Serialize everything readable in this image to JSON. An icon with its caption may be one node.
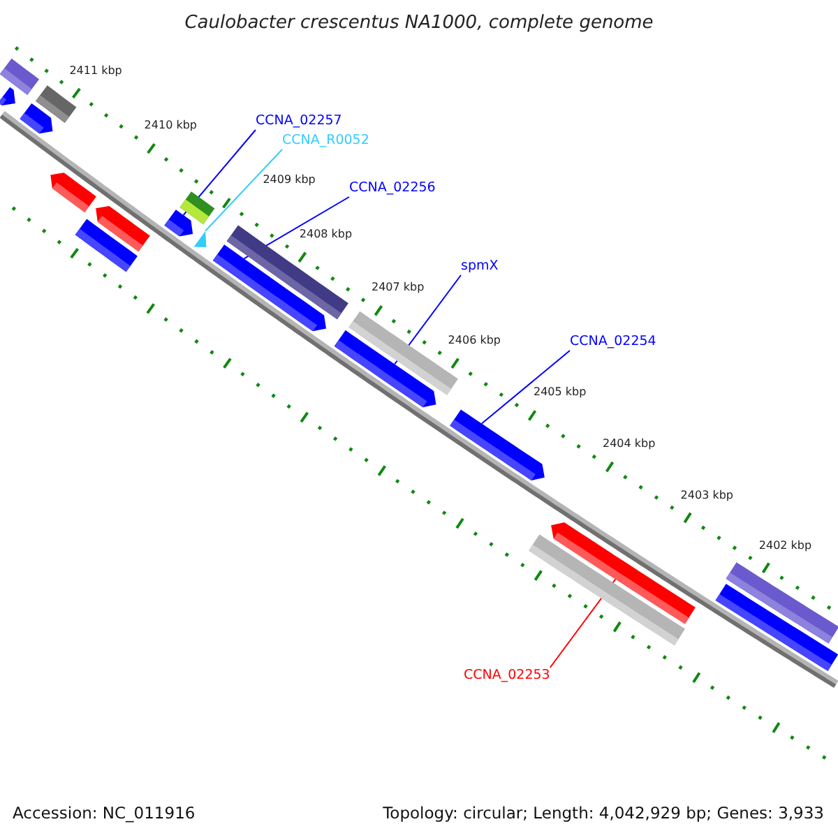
{
  "diagram": {
    "title": "Caulobacter crescentus NA1000, complete genome",
    "nodes": [
      {
        "text": [
          "CCNA_02257"
        ]
      },
      {
        "text": [
          "CCNA_R0052"
        ]
      },
      {
        "text": [
          "CCNA_02256"
        ]
      },
      {
        "text": [
          "spmX"
        ]
      },
      {
        "text": [
          "CCNA_02254"
        ]
      },
      {
        "text": [
          "CCNA_02253"
        ]
      },
      {
        "text": [],
        "shape": "bar"
      },
      {
        "text": [],
        "shape": "bar"
      },
      {
        "text": [],
        "shape": "bar"
      },
      {
        "text": [],
        "shape": "bar"
      },
      {
        "text": [],
        "shape": "bar"
      },
      {
        "text": [],
        "shape": "bar"
      },
      {
        "text": [],
        "shape": "bar"
      },
      {
        "text": [],
        "shape": "bar"
      },
      {
        "text": [],
        "shape": "bar"
      },
      {
        "text": [],
        "shape": "triangle"
      },
      {
        "text": [],
        "shape": "bar"
      },
      {
        "text": [],
        "shape": "bar"
      },
      {
        "text": [],
        "shape": "bar"
      },
      {
        "text": [],
        "shape": "bar"
      },
      {
        "text": [],
        "shape": "bar"
      },
      {
        "text": [],
        "shape": "bar"
      },
      {
        "text": [],
        "shape": "bar"
      },
      {
        "text": [],
        "shape": "bar"
      },
      {
        "text": [],
        "shape": "bar"
      }
    ],
    "edges": [
      {
        "from": 0,
        "to": 13,
        "arrow": "none"
      },
      {
        "from": 1,
        "to": 15,
        "arrow": "none",
        "color": "#33ccff"
      },
      {
        "from": 2,
        "to": 17,
        "arrow": "none"
      },
      {
        "from": 3,
        "to": 18,
        "arrow": "none"
      },
      {
        "from": 4,
        "to": 20,
        "arrow": "none"
      },
      {
        "from": 5,
        "to": 22,
        "arrow": "none",
        "color": "#ff0000"
      }
    ],
    "labels": [
      "2411 kbp",
      "2410 kbp",
      "2409 kbp",
      "2408 kbp",
      "2407 kbp",
      "2406 kbp",
      "2405 kbp",
      "2404 kbp",
      "2403 kbp",
      "2402 kbp",
      "Accession: NC_011916",
      "Topology: circular; Length: 4,042,929 bp; Genes: 3,933"
    ]
  }
}
